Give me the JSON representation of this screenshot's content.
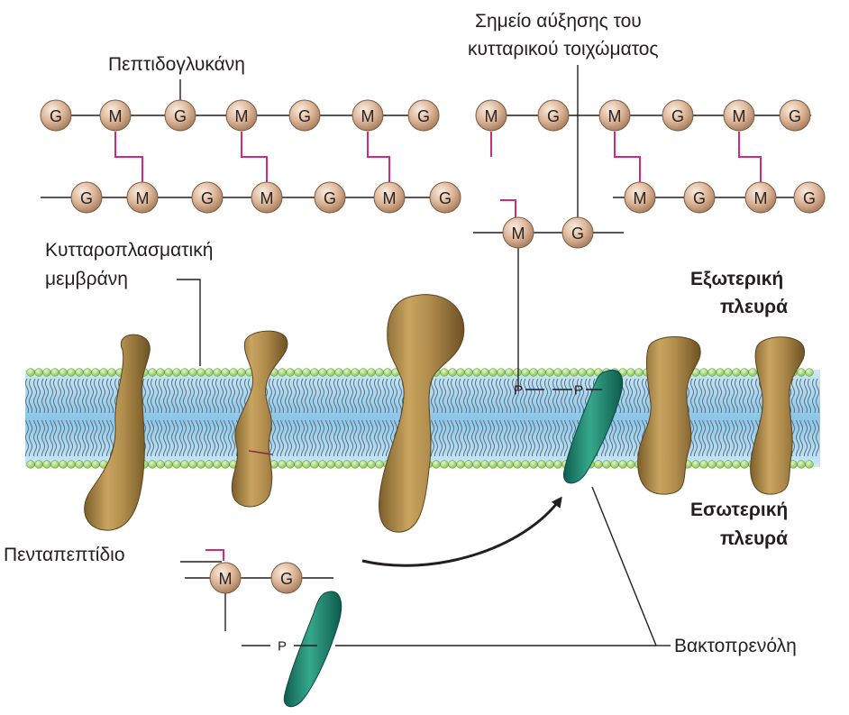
{
  "labels": {
    "peptidoglycan": "Πεπτιδογλυκάνη",
    "growth_point_line1": "Σημείο αύξησης του",
    "growth_point_line2": "κυτταρικού τοιχώματος",
    "membrane_line1": "Κυτταροπλασματική",
    "membrane_line2": "μεμβράνη",
    "outer_side_line1": "Εξωτερική",
    "outer_side_line2": "πλευρά",
    "inner_side_line1": "Εσωτερική",
    "inner_side_line2": "πλευρά",
    "pentapeptide": "Πενταπεπτίδιο",
    "bactoprenol": "Βακτοπρενόλη"
  },
  "bead_letters": {
    "G": "G",
    "M": "M",
    "P": "P"
  },
  "colors": {
    "bead": "#d8b291",
    "bead_outline": "#8a6a50",
    "peptide_bridge": "#d22a7a",
    "protein": "#a88544",
    "bactoprenol": "#1f8a72",
    "membrane": "#a8d6ef",
    "phospholipid_head": "#9ed36a"
  }
}
